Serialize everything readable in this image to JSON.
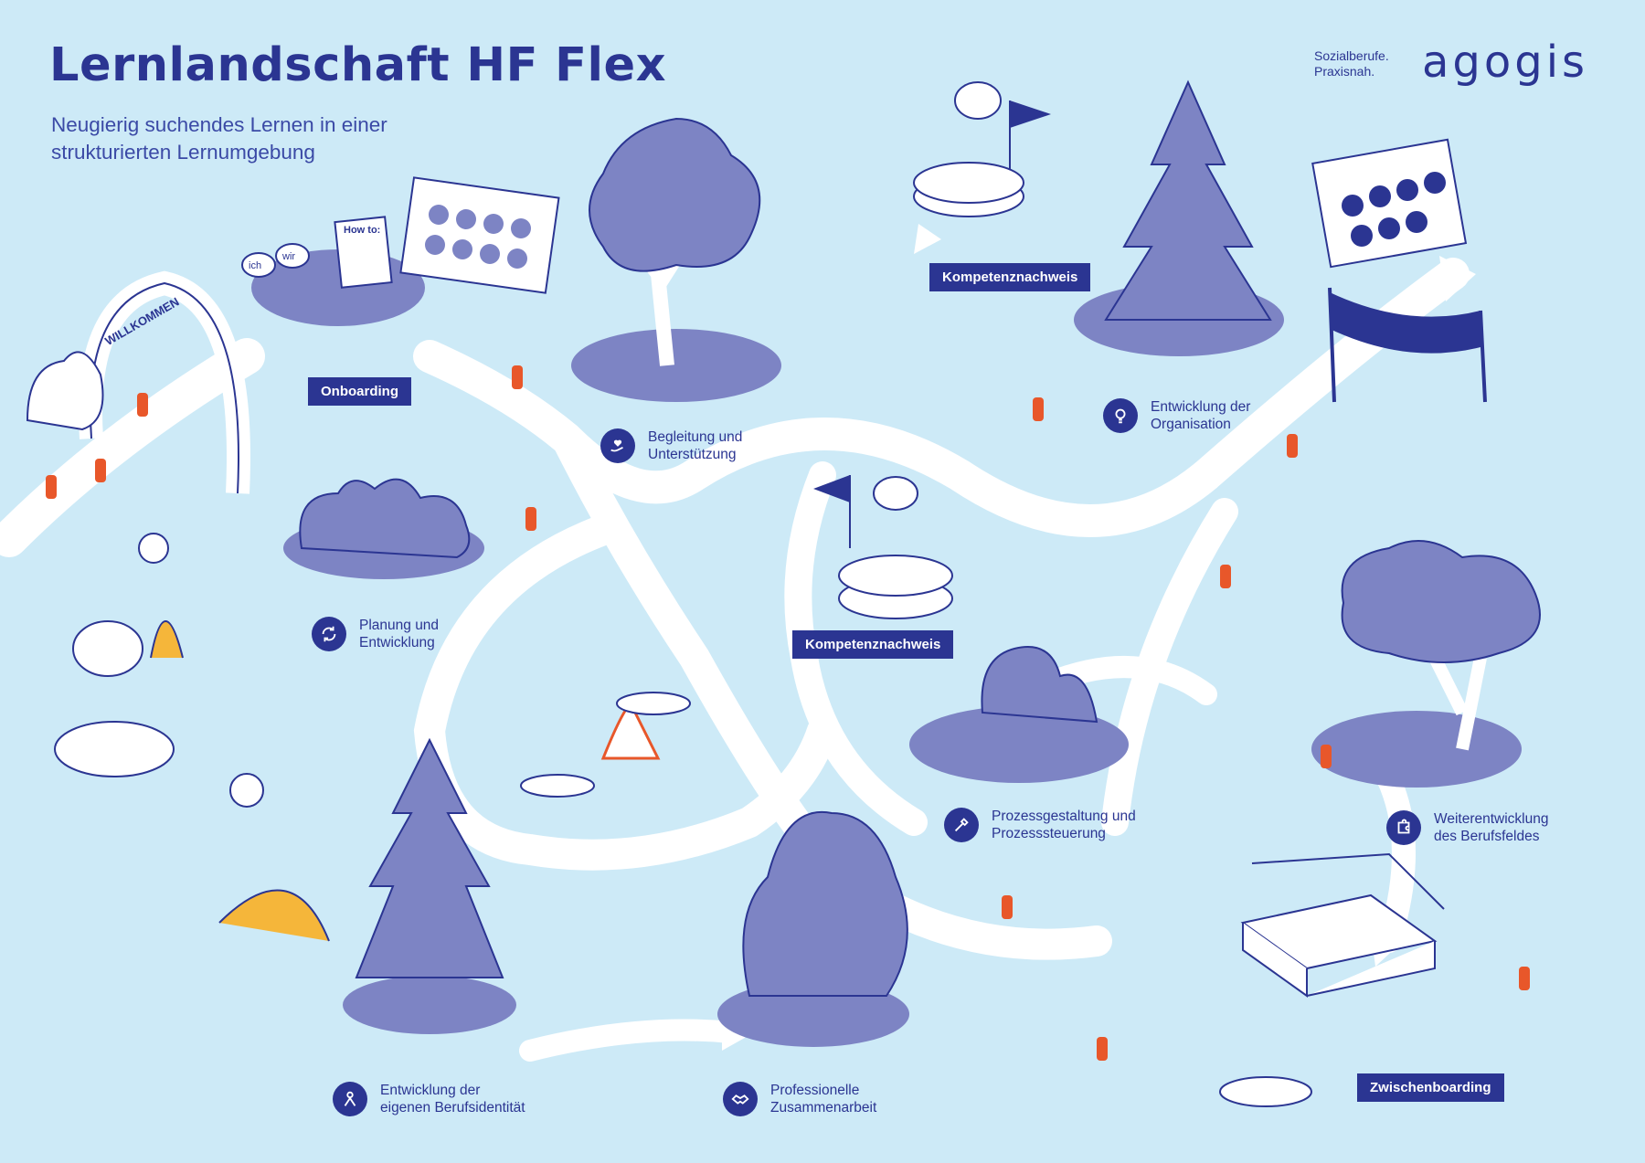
{
  "header": {
    "title": "Lernlandschaft HF Flex",
    "subtitle_line1": "Neugierig suchendes Lernen in einer",
    "subtitle_line2": "strukturierten Lernumgebung"
  },
  "brand": {
    "tagline_line1": "Sozialberufe.",
    "tagline_line2": "Praxisnah.",
    "logo_text": "agogis"
  },
  "scene_text": {
    "arch_text": "WILLKOMMEN",
    "bubble_ich": "ich",
    "bubble_wir": "wir",
    "board_title": "How to:"
  },
  "stations": [
    {
      "label": "Onboarding"
    },
    {
      "label": "Kompetenznachweis"
    },
    {
      "label": "Kompetenznachweis"
    },
    {
      "label": "Zwischenboarding"
    }
  ],
  "topics": [
    {
      "line1": "Planung und",
      "line2": "Entwicklung",
      "icon": "cycle-icon"
    },
    {
      "line1": "Begleitung und",
      "line2": "Unterstützung",
      "icon": "heart-hand-icon"
    },
    {
      "line1": "Entwicklung der",
      "line2": "Organisation",
      "icon": "lightbulb-icon"
    },
    {
      "line1": "Prozessgestaltung und",
      "line2": "Prozesssteuerung",
      "icon": "tools-icon"
    },
    {
      "line1": "Weiterentwicklung",
      "line2": "des Berufsfeldes",
      "icon": "puzzle-icon"
    },
    {
      "line1": "Entwicklung der",
      "line2": "eigenen Berufsidentität",
      "icon": "identity-icon"
    },
    {
      "line1": "Professionelle",
      "line2": "Zusammenarbeit",
      "icon": "handshake-icon"
    }
  ],
  "colors": {
    "background": "#cdeaf7",
    "navy": "#2b3592",
    "purple": "#7d84c4",
    "orange": "#e8572a",
    "yellow": "#f5b63a",
    "path": "#ffffff"
  }
}
